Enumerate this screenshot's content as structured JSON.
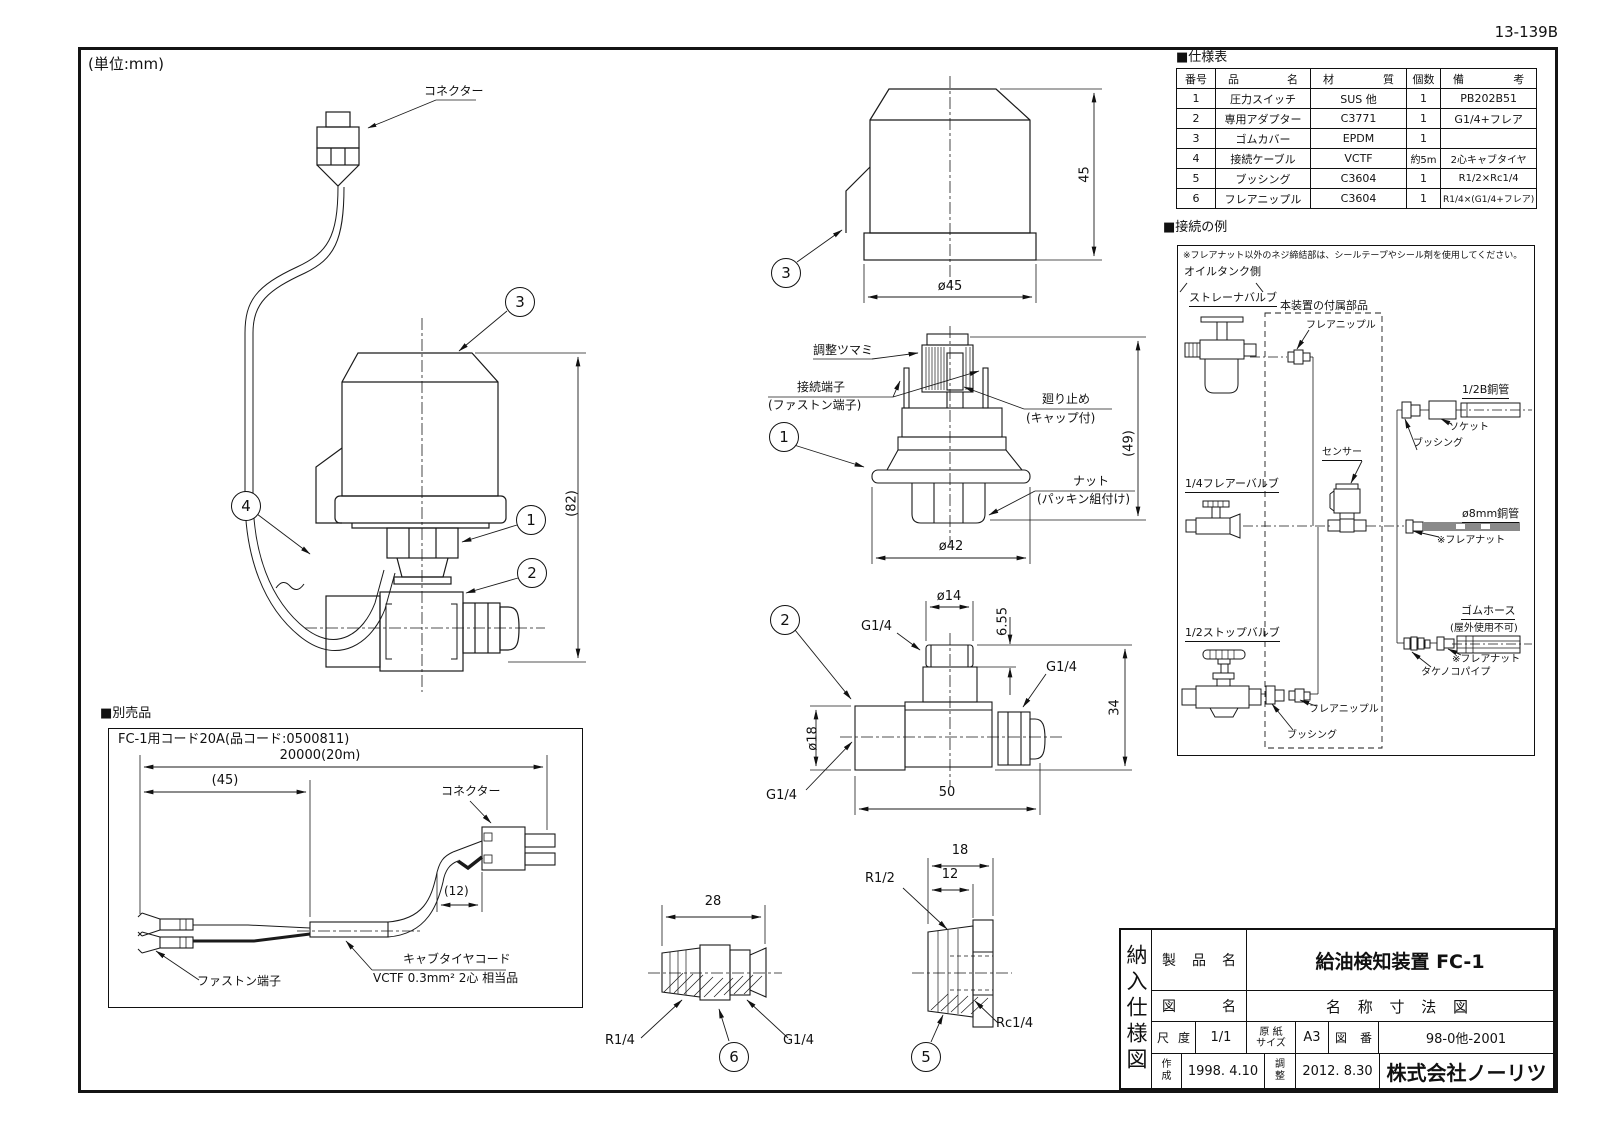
{
  "doc_number": "13-139B",
  "unit_note": "(単位:mm)",
  "balloons": {
    "n1": "1",
    "n2": "2",
    "n3": "3",
    "n4": "4",
    "n5": "5",
    "n6": "6"
  },
  "spec_table": {
    "title": "■仕様表",
    "headers": [
      "番号",
      "品名",
      "材質",
      "個数",
      "備考"
    ],
    "rows": [
      [
        "1",
        "圧力スイッチ",
        "SUS 他",
        "1",
        "PB202B51"
      ],
      [
        "2",
        "専用アダプター",
        "C3771",
        "1",
        "G1/4+フレア"
      ],
      [
        "3",
        "ゴムカバー",
        "EPDM",
        "1",
        ""
      ],
      [
        "4",
        "接続ケーブル",
        "VCTF",
        "約5m",
        "2心キャブタイヤ"
      ],
      [
        "5",
        "ブッシング",
        "C3604",
        "1",
        "R1/2×Rc1/4"
      ],
      [
        "6",
        "フレアニップル",
        "C3604",
        "1",
        "R1/4×(G1/4+フレア)"
      ]
    ]
  },
  "main_view": {
    "connector_label": "コネクター",
    "dim_height": "(82)"
  },
  "cover_view": {
    "dim_height": "45",
    "dim_dia": "ø45"
  },
  "switch_view": {
    "adjust_knob": "調整ツマミ",
    "terminal_l1": "接続端子",
    "terminal_l2": "(ファストン端子)",
    "stopper_l1": "廻り止め",
    "stopper_l2": "(キャップ付)",
    "nut_l1": "ナット",
    "nut_l2": "(パッキン組付け)",
    "dim_height": "(49)",
    "dim_dia": "ø42"
  },
  "adapter_view": {
    "dim_dia_top": "ø14",
    "dim_thread_len": "6.55",
    "thread_top": "G1/4",
    "thread_right": "G1/4",
    "thread_left": "G1/4",
    "dim_dia_left": "ø18",
    "dim_height": "34",
    "dim_width": "50"
  },
  "nipple_view": {
    "dim_width": "28",
    "thread_left": "R1/4",
    "thread_right": "G1/4"
  },
  "bushing_view": {
    "dim_width": "18",
    "dim_thread": "12",
    "thread_outer": "R1/2",
    "thread_inner": "Rc1/4"
  },
  "optional_parts": {
    "title": "■別売品",
    "product": "FC-1用コード20A(品コード:0500811)",
    "dim_total": "20000(20m)",
    "dim_45": "(45)",
    "dim_12": "(12)",
    "connector_label": "コネクター",
    "faston_label": "ファストン端子",
    "cable_l1": "キャブタイヤコード",
    "cable_l2": "VCTF 0.3mm² 2心 相当品"
  },
  "connection_example": {
    "title": "■接続の例",
    "note": "※フレアナット以外のネジ締結部は、シールテープやシール剤を使用してください。",
    "oil_tank_side": "オイルタンク側",
    "strainer_valve": "ストレーナバルブ",
    "accessories": "本装置の付属部品",
    "flare_nipple_top": "フレアニップル",
    "pipe_half_b": "1/2B銅管",
    "socket": "ソケット",
    "bushing_top": "ブッシング",
    "sensor": "センサー",
    "flare_valve": "1/4フレアーバルブ",
    "pipe_8mm": "ø8mm銅管",
    "flare_nut_mid": "※フレアナット",
    "stop_valve": "1/2ストップバルブ",
    "rubber_hose": "ゴムホース",
    "rubber_hose_note": "(屋外使用不可)",
    "flare_nut_btm": "※フレアナット",
    "barb_pipe": "タケノコパイプ",
    "flare_nipple_btm": "フレアニップル",
    "bushing_btm": "ブッシング"
  },
  "title_block": {
    "side_label": "納入仕様図",
    "product_label": "製品名",
    "product_value": "給油検知装置 FC-1",
    "drawing_label": "図名",
    "drawing_value": "名 称 寸 法 図",
    "scale_label": "尺度",
    "scale_value": "1/1",
    "paper_l1": "原 紙",
    "paper_l2": "サイズ",
    "paper_value": "A3",
    "dwgno_label": "図番",
    "dwgno_value": "98-0他-2001",
    "created_label": "作成",
    "created_value": "1998. 4.10",
    "adjusted_label": "調整",
    "adjusted_value": "2012. 8.30",
    "company": "株式会社ノーリツ"
  }
}
